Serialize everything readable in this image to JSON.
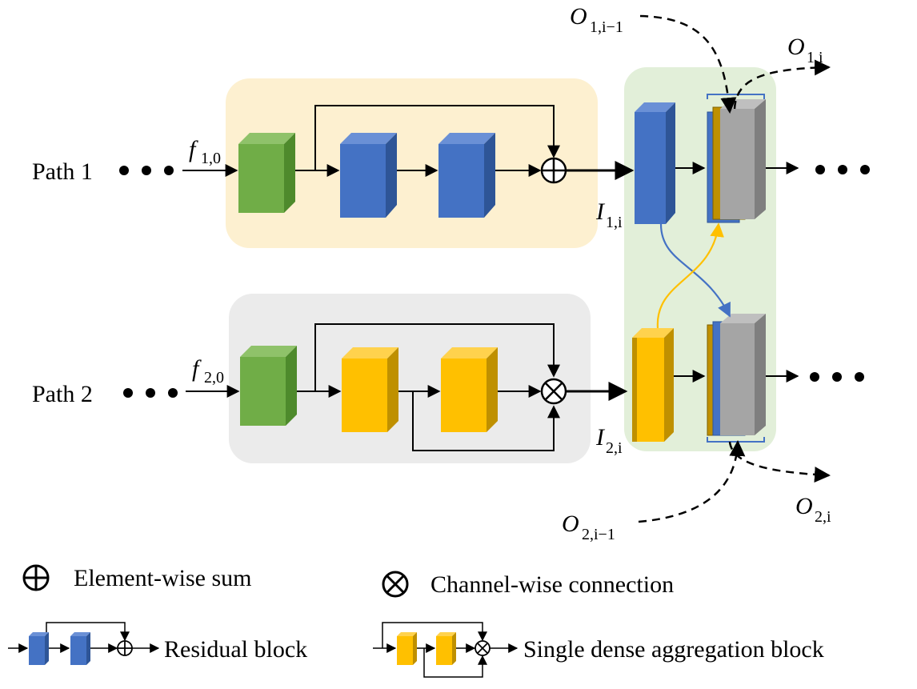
{
  "paths": {
    "path1_label": "Path 1",
    "path2_label": "Path 2",
    "dots": "• • •"
  },
  "symbols": {
    "f10_base": "f",
    "f10_sub": "1,0",
    "f20_base": "f",
    "f20_sub": "2,0",
    "I1i_base": "I",
    "I1i_sub": "1,i",
    "I2i_base": "I",
    "I2i_sub": "2,i",
    "O1im1_base": "O",
    "O1im1_sub": "1,i−1",
    "O1i_base": "O",
    "O1i_sub": "1,i",
    "O2im1_base": "O",
    "O2im1_sub": "2,i−1",
    "O2i_base": "O",
    "O2i_sub": "2,i"
  },
  "legend": {
    "sum_label": "Element-wise sum",
    "channel_label": "Channel-wise connection",
    "residual_label": "Residual block",
    "dense_label": "Single dense aggregation block"
  },
  "colors": {
    "path1_panel": "#fdf0d0",
    "path2_panel": "#ebebeb",
    "fusion_panel": "#e2efd9",
    "green_block": "#70ad47",
    "blue_block": "#4472c4",
    "yellow_block": "#ffc000",
    "gray_block": "#a5a5a5",
    "blue_arrow": "#4472c4",
    "yellow_arrow": "#ffc000"
  }
}
